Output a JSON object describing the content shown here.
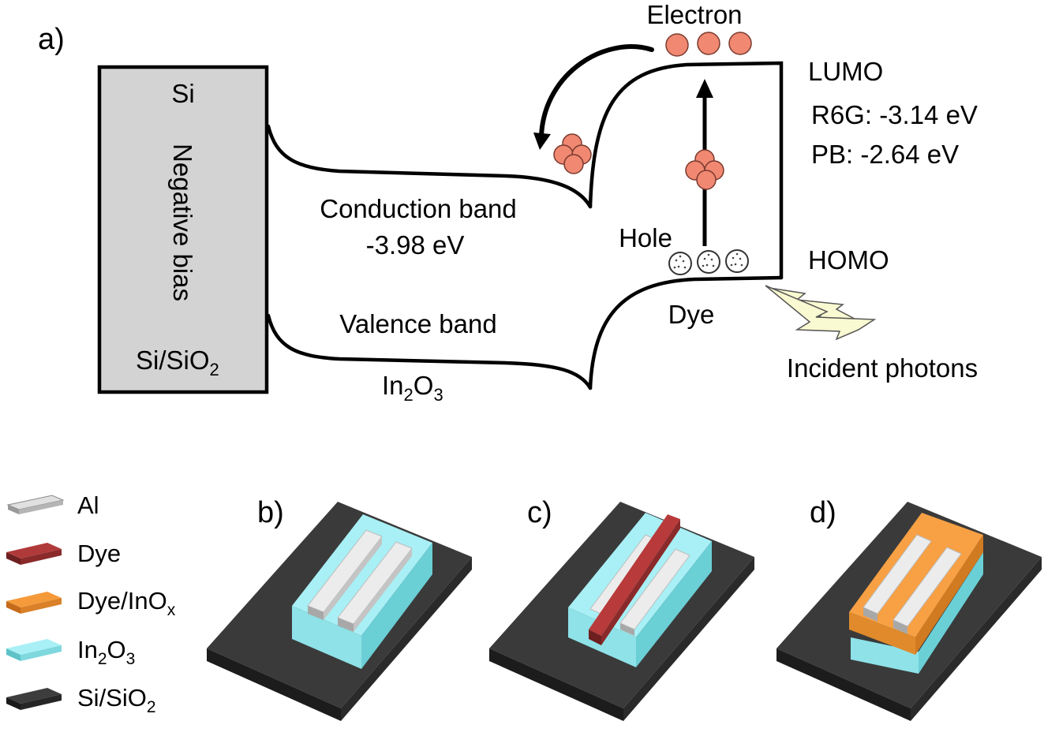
{
  "figure": {
    "panel_a": {
      "label": "a)",
      "si_box": {
        "top_label": "Si",
        "bias_label": "Negative bias",
        "bottom_label_main": "Si/SiO",
        "bottom_label_sub": "2"
      },
      "conduction_band": {
        "label": "Conduction band",
        "energy": "-3.98 eV"
      },
      "valence_band": {
        "label": "Valence band"
      },
      "oxide": {
        "main_1": "In",
        "sub_1": "2",
        "main_2": "O",
        "sub_2": "3"
      },
      "dye": {
        "electron_label": "Electron",
        "hole_label": "Hole",
        "dye_label": "Dye",
        "lumo_label": "LUMO",
        "homo_label": "HOMO",
        "lumo_values": [
          "R6G: -3.14 eV",
          "PB: -2.64 eV"
        ],
        "photons_label": "Incident photons"
      }
    },
    "legend": {
      "items": [
        {
          "name": "al",
          "label_main": "Al",
          "label_sub": "",
          "top_color": "#dcdcdc",
          "side_color": "#9a9a9a"
        },
        {
          "name": "dye",
          "label_main": "Dye",
          "label_sub": "",
          "top_color": "#b03a3a",
          "side_color": "#6e1f1f"
        },
        {
          "name": "dye-inox",
          "label_main": "Dye/InO",
          "label_sub": "x",
          "top_color": "#f59a3a",
          "side_color": "#c46a1a"
        },
        {
          "name": "in2o3",
          "label_main": "In",
          "label_sub": "2",
          "label_main2": "O",
          "label_sub2": "3",
          "top_color": "#a8f0f5",
          "side_color": "#5ec3c9"
        },
        {
          "name": "si-sio2",
          "label_main": "Si/SiO",
          "label_sub": "2",
          "top_color": "#3d3d3d",
          "side_color": "#1a1a1a"
        }
      ]
    },
    "panels_devices": [
      {
        "label": "b)"
      },
      {
        "label": "c)"
      },
      {
        "label": "d)"
      }
    ],
    "colors": {
      "particle": "#f08872",
      "particle_stroke": "#7a3a2e",
      "si_box_fill": "#d3d3d3",
      "photon_fill": "#fafad2",
      "substrate_top": "#3a3a3a",
      "substrate_side": "#1c1c1c",
      "in2o3_top": "#a8f0f5",
      "in2o3_side": "#6bcfd6",
      "al_top": "#ececec",
      "al_side": "#a8a8a8",
      "dye_top": "#b83a3a",
      "dye_side": "#6e1f1f",
      "inox_top": "#f7a044",
      "inox_side": "#d07a22"
    }
  }
}
